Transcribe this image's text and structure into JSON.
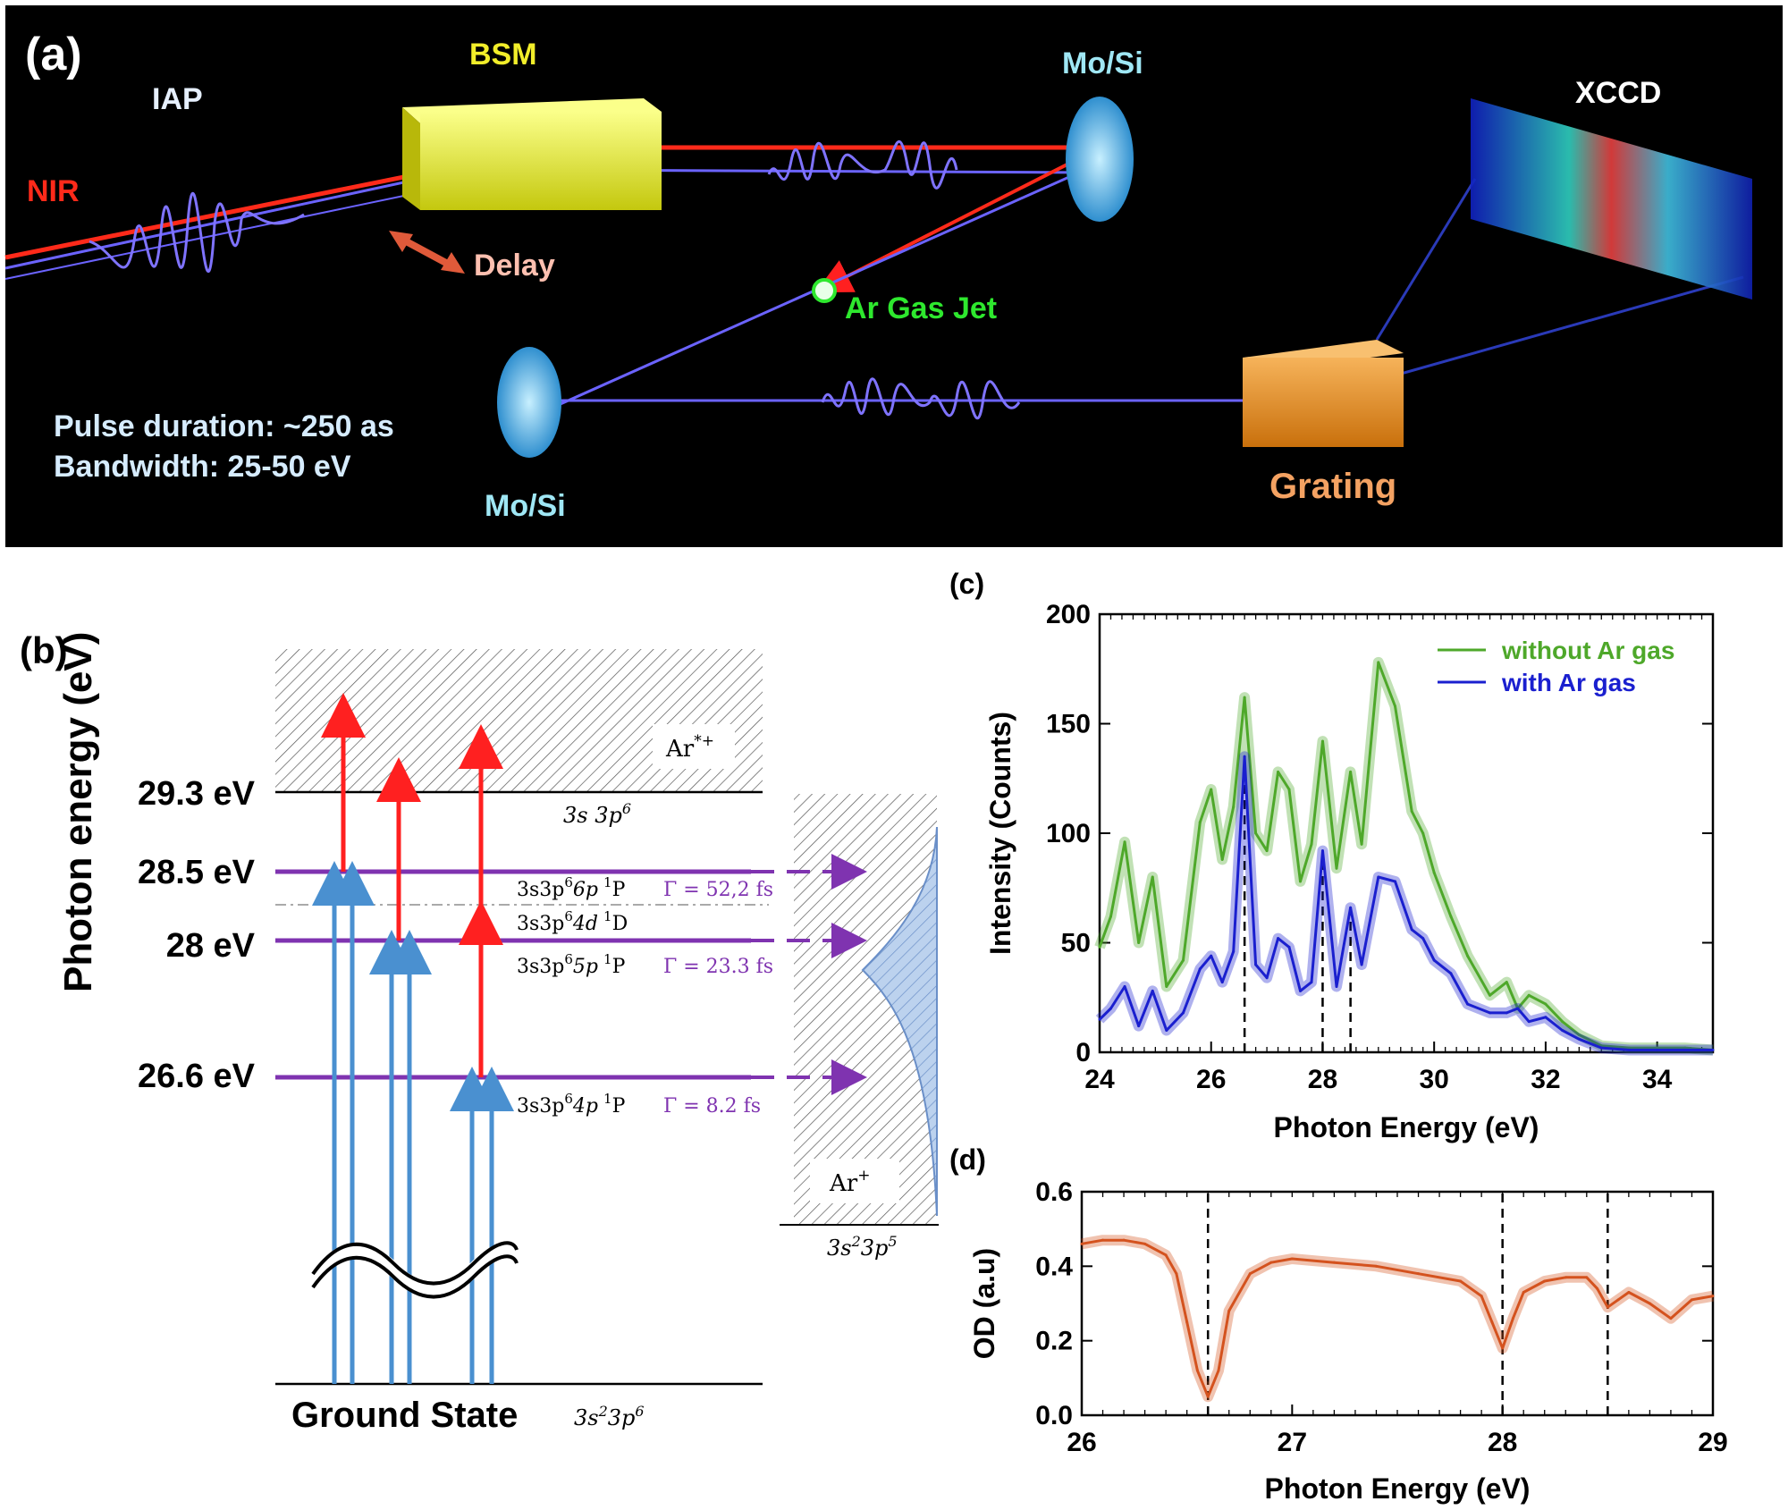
{
  "panel_a": {
    "label": "(a)",
    "iap": "IAP",
    "bsm": "BSM",
    "nir": "NIR",
    "delay": "Delay",
    "mosi_top": "Mo/Si",
    "mosi_bottom": "Mo/Si",
    "gas_jet": "Ar Gas Jet",
    "xccd": "XCCD",
    "grating": "Grating",
    "pulse_duration": "Pulse duration: ~250 as",
    "bandwidth": "Bandwidth: 25-50 eV",
    "colors": {
      "background": "#000000",
      "nir": "#ff2a1a",
      "bsm": "#f2ee2a",
      "mosi": "#9fe7f5",
      "gas": "#2ee82e",
      "grating": "#f4a262",
      "xccd": "#ffffff",
      "text": "#d6ecff",
      "pulse": "#7f73ff"
    }
  },
  "panel_b": {
    "label": "(b)",
    "ylabel": "Photon energy (eV)",
    "levels": [
      {
        "energy_label": "29.3 eV",
        "config": "3s 3p",
        "config_sup": "6"
      },
      {
        "energy_label": "28.5 eV",
        "state": "3s3p",
        "state_sup": "6",
        "state_orb": "6p",
        "term": "1",
        "term_letter": "P",
        "gamma": "Γ = 52,2 fs"
      },
      {
        "energy_label": "28 eV",
        "state": "3s3p",
        "state_sup": "6",
        "state_orb": "5p",
        "term": "1",
        "term_letter": "P",
        "gamma": "Γ = 23.3 fs"
      },
      {
        "energy_label": "26.6 eV",
        "state": "3s3p",
        "state_sup": "6",
        "state_orb": "4p",
        "term": "1",
        "term_letter": "P",
        "gamma": "Γ = 8.2 fs"
      }
    ],
    "state_4d": {
      "text": "3s3p",
      "sup": "6",
      "orb": "4d",
      "term": "1",
      "term_letter": "D"
    },
    "continuum_upper": {
      "text": "Ar",
      "sup": "*+"
    },
    "continuum_lower": {
      "text": "Ar",
      "sup": "+",
      "config": "3s",
      "config_sup1": "2",
      "config_mid": "3p",
      "config_sup2": "5"
    },
    "ground_state": "Ground State",
    "ground_config": {
      "a": "3s",
      "sup1": "2",
      "b": "3p",
      "sup2": "6"
    },
    "colors": {
      "level": "#7f33b0",
      "xuv_arrow": "#4a90d0",
      "nir_arrow": "#ff2020",
      "gamma": "#7f33b0"
    }
  },
  "chart_data": [
    {
      "panel": "(c)",
      "type": "line",
      "xlabel": "Photon Energy (eV)",
      "ylabel": "Intensity (Counts)",
      "xlim": [
        24,
        35
      ],
      "ylim": [
        0,
        200
      ],
      "xticks": [
        24,
        26,
        28,
        30,
        32,
        34
      ],
      "yticks": [
        0,
        50,
        100,
        150,
        200
      ],
      "legend_position": "top-right",
      "vlines": [
        26.6,
        28.0,
        28.5
      ],
      "series": [
        {
          "name": "without Ar gas",
          "color": "#4ea82a",
          "x": [
            24.0,
            24.2,
            24.45,
            24.7,
            24.95,
            25.2,
            25.5,
            25.8,
            26.0,
            26.2,
            26.4,
            26.6,
            26.8,
            27.0,
            27.2,
            27.4,
            27.6,
            27.8,
            28.0,
            28.25,
            28.5,
            28.7,
            29.0,
            29.3,
            29.6,
            29.8,
            30.0,
            30.3,
            30.6,
            31.0,
            31.3,
            31.5,
            31.7,
            32.0,
            32.3,
            32.6,
            33.0,
            33.5,
            34.0,
            34.5,
            35.0
          ],
          "y": [
            48,
            62,
            96,
            50,
            80,
            30,
            42,
            105,
            120,
            88,
            112,
            162,
            100,
            92,
            128,
            120,
            78,
            95,
            142,
            84,
            128,
            95,
            178,
            158,
            110,
            100,
            82,
            62,
            44,
            26,
            32,
            20,
            26,
            22,
            14,
            8,
            3,
            2,
            2,
            2,
            1
          ]
        },
        {
          "name": "with Ar gas",
          "color": "#1a1fcf",
          "x": [
            24.0,
            24.2,
            24.45,
            24.7,
            24.95,
            25.2,
            25.5,
            25.8,
            26.0,
            26.2,
            26.4,
            26.6,
            26.8,
            27.0,
            27.2,
            27.4,
            27.6,
            27.8,
            28.0,
            28.25,
            28.5,
            28.7,
            29.0,
            29.3,
            29.6,
            29.8,
            30.0,
            30.3,
            30.6,
            31.0,
            31.3,
            31.5,
            31.7,
            32.0,
            32.3,
            32.6,
            33.0,
            33.5,
            34.0,
            34.5,
            35.0
          ],
          "y": [
            15,
            20,
            30,
            12,
            28,
            10,
            18,
            38,
            44,
            32,
            46,
            135,
            40,
            34,
            52,
            48,
            28,
            32,
            92,
            30,
            66,
            40,
            80,
            78,
            56,
            52,
            42,
            36,
            22,
            18,
            18,
            20,
            14,
            16,
            10,
            6,
            2,
            1,
            1,
            1,
            1
          ]
        }
      ]
    },
    {
      "panel": "(d)",
      "type": "line",
      "xlabel": "Photon Energy (eV)",
      "ylabel": "OD (a.u)",
      "xlim": [
        26,
        29
      ],
      "ylim": [
        0,
        0.6
      ],
      "xticks": [
        26,
        27,
        28,
        29
      ],
      "yticks": [
        0.0,
        0.2,
        0.4,
        0.6
      ],
      "ytick_labels": [
        "0.0",
        "0.2",
        "0.4",
        "0.6"
      ],
      "vlines": [
        26.6,
        28.0,
        28.5
      ],
      "series": [
        {
          "color": "#d4521e",
          "x": [
            26.0,
            26.1,
            26.2,
            26.3,
            26.4,
            26.45,
            26.5,
            26.55,
            26.6,
            26.65,
            26.7,
            26.8,
            26.9,
            27.0,
            27.2,
            27.4,
            27.6,
            27.8,
            27.9,
            27.95,
            28.0,
            28.05,
            28.1,
            28.2,
            28.3,
            28.4,
            28.45,
            28.5,
            28.55,
            28.6,
            28.7,
            28.8,
            28.9,
            29.0
          ],
          "y": [
            0.46,
            0.47,
            0.47,
            0.46,
            0.43,
            0.38,
            0.25,
            0.12,
            0.05,
            0.12,
            0.28,
            0.38,
            0.41,
            0.42,
            0.41,
            0.4,
            0.38,
            0.36,
            0.32,
            0.25,
            0.18,
            0.26,
            0.33,
            0.36,
            0.37,
            0.37,
            0.34,
            0.29,
            0.31,
            0.33,
            0.3,
            0.26,
            0.31,
            0.32
          ]
        }
      ]
    }
  ]
}
